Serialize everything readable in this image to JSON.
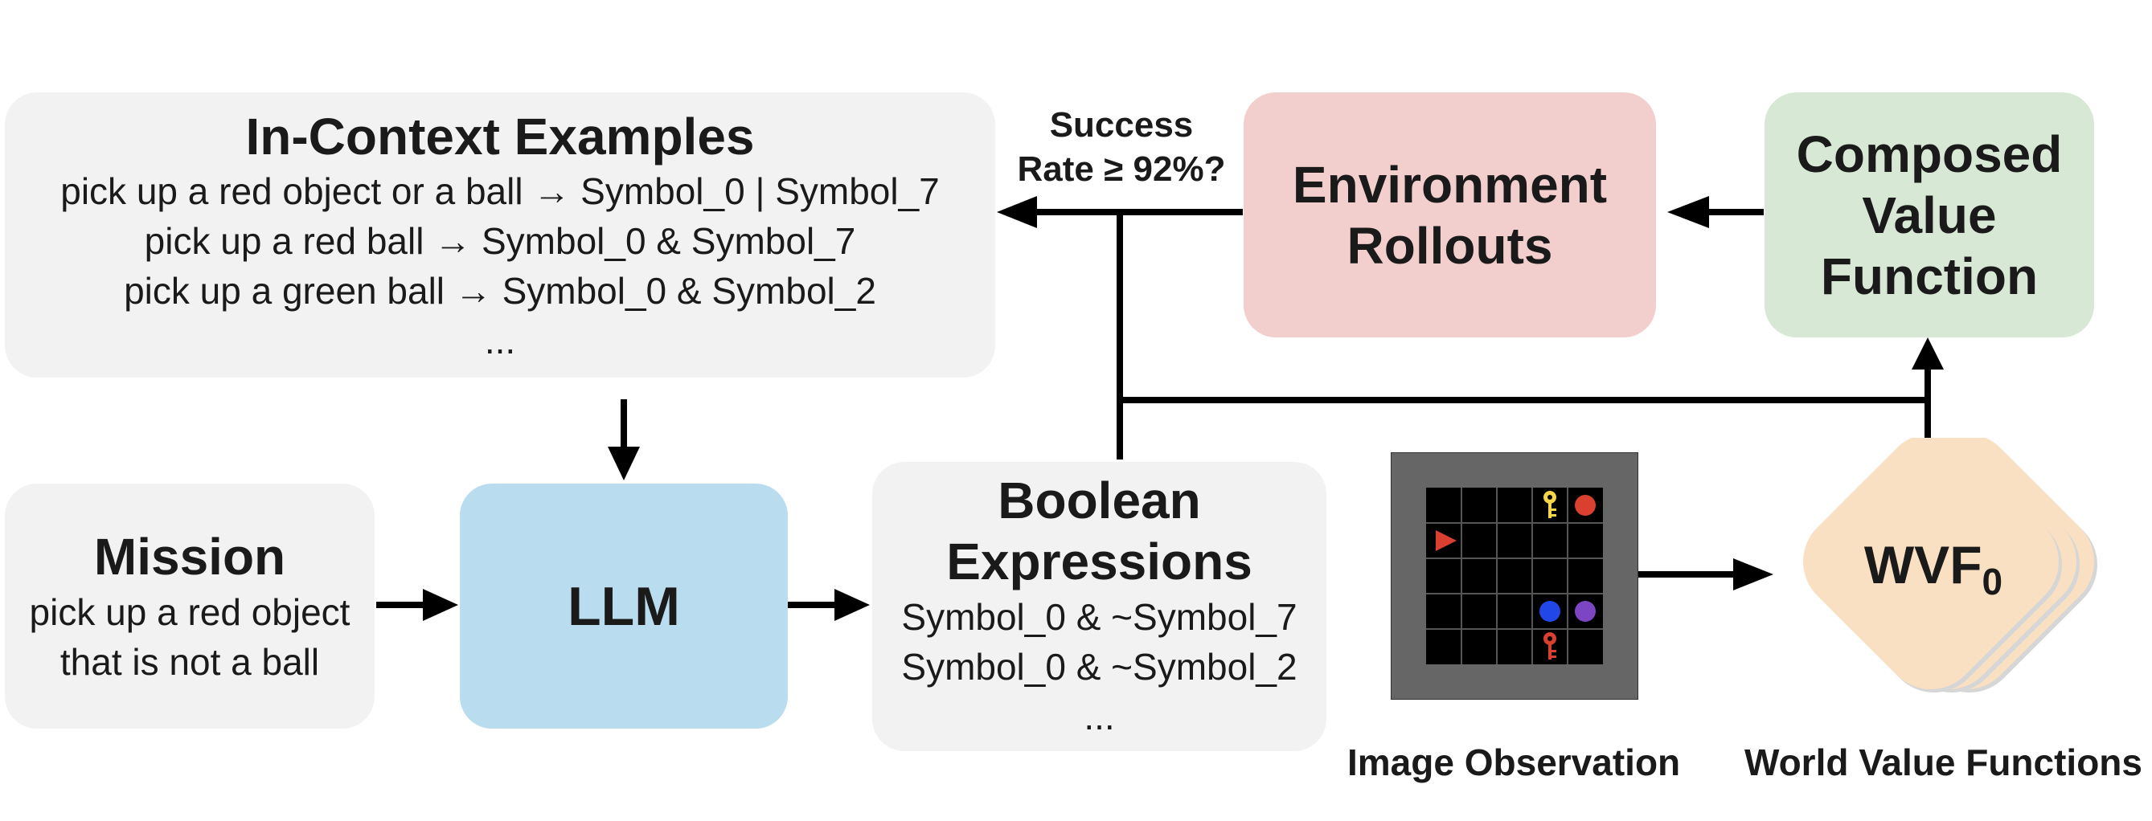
{
  "in_context": {
    "title": "In-Context Examples",
    "lines": [
      "pick up a red object or a ball → Symbol_0 | Symbol_7",
      "pick up a red ball → Symbol_0 & Symbol_7",
      "pick up a green ball → Symbol_0 & Symbol_2",
      "..."
    ]
  },
  "success_label": [
    "Success",
    "Rate ≥ 92%?"
  ],
  "environment": {
    "line1": "Environment",
    "line2": "Rollouts"
  },
  "composed": {
    "line1": "Composed",
    "line2": "Value",
    "line3": "Function"
  },
  "mission": {
    "title": "Mission",
    "line1": "pick up a red object",
    "line2": "that is not a ball"
  },
  "llm": {
    "label": "LLM"
  },
  "boolean": {
    "title_line1": "Boolean",
    "title_line2": "Expressions",
    "lines": [
      "Symbol_0 & ~Symbol_7",
      "Symbol_0 & ~Symbol_2",
      "..."
    ]
  },
  "wvf": {
    "label": "WVF",
    "subscript": "0"
  },
  "captions": {
    "image": "Image Observation",
    "wvf": "World Value Functions"
  },
  "colors": {
    "gray_box": "#f2f2f2",
    "pink_box": "#f2cfcd",
    "green_box": "#d7e8d5",
    "blue_box": "#b9dcee",
    "peach_box": "#fae0c2",
    "red": "#d9402f",
    "yellow": "#f5d54a",
    "blue": "#2147e8",
    "purple": "#7b45c4"
  }
}
